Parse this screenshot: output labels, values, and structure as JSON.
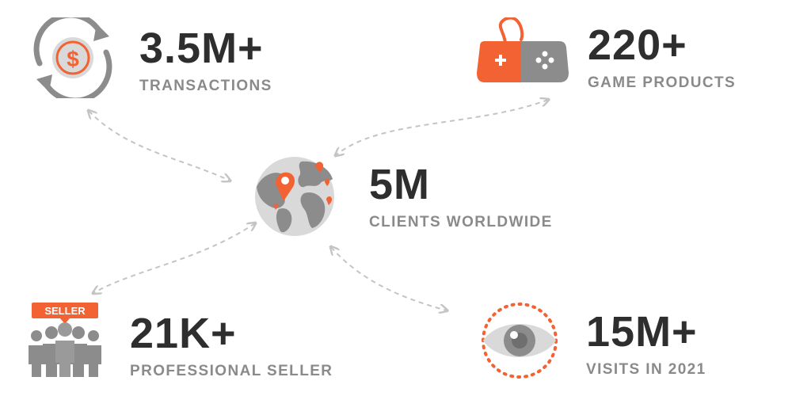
{
  "colors": {
    "accent": "#f26232",
    "icon_gray": "#8c8c8c",
    "value_text": "#2e2e2e",
    "label_text": "#8a8a8a",
    "arrow": "#c4c4c4"
  },
  "stats": {
    "transactions": {
      "value": "3.5M+",
      "label": "TRANSACTIONS",
      "icon": "dollar-cycle-icon"
    },
    "game_products": {
      "value": "220+",
      "label": "GAME PRODUCTS",
      "icon": "gamepad-icon"
    },
    "clients": {
      "value": "5M",
      "label": "CLIENTS WORLDWIDE",
      "icon": "globe-pins-icon"
    },
    "sellers": {
      "value": "21K+",
      "label": "PROFESSIONAL SELLER",
      "icon": "seller-group-icon",
      "badge": "SELLER"
    },
    "visits": {
      "value": "15M+",
      "label": "VISITS IN 2021",
      "icon": "eye-icon"
    }
  }
}
